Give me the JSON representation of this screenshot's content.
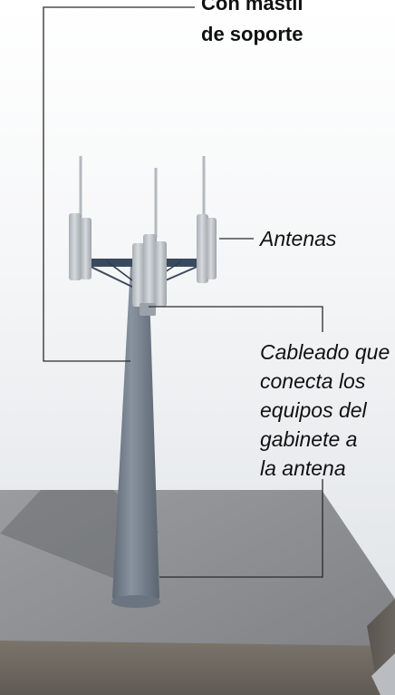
{
  "labels": {
    "support_mast": [
      "Con mástil",
      "de soporte"
    ],
    "antennas": "Antenas",
    "cabling": [
      "Cableado que",
      "conecta los",
      "equipos del",
      "gabinete a",
      "la antena"
    ]
  },
  "icons": {
    "tower": "telecom-monopole-tower-icon",
    "antenna_panel": "antenna-panel-icon"
  },
  "colors": {
    "sky_top": "#ffffff",
    "sky_bottom": "#dfe3e7",
    "ground_top": "#8c8e91",
    "ground_front": "#6f6a63",
    "tower": "#7c8793",
    "antenna_panel": "#c6cbd0",
    "leader_line": "#2b2b2b"
  }
}
